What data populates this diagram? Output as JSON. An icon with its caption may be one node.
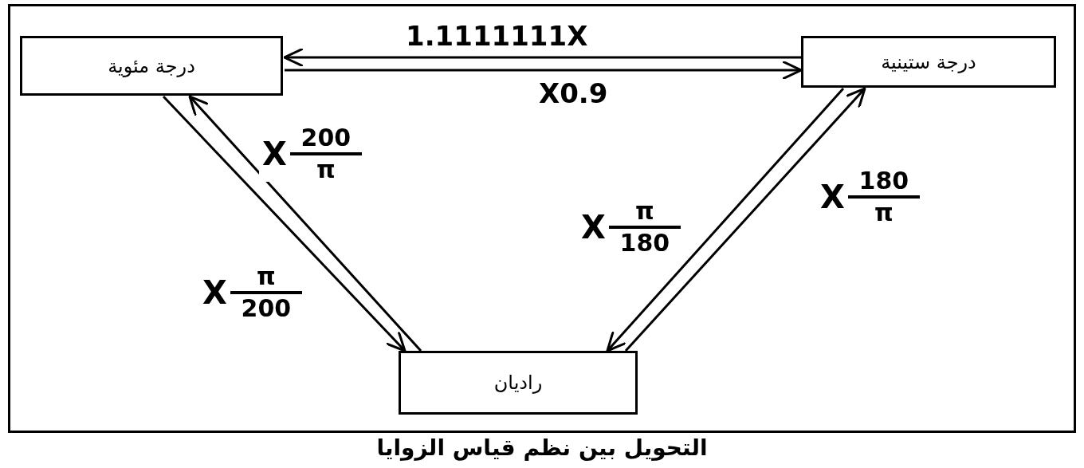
{
  "diagram": {
    "caption": "التحويل بين نظم قياس الزوايا",
    "nodes": [
      {
        "text": [
          "درجة مئوية"
        ]
      },
      {
        "text": [
          "درجة ستينية"
        ]
      },
      {
        "text": [
          "راديان"
        ]
      }
    ],
    "edges": [
      {
        "from": 1,
        "to": 0,
        "arrow": "to",
        "label": "1.1111111X"
      },
      {
        "from": 0,
        "to": 1,
        "arrow": "to",
        "label": "X0.9"
      },
      {
        "from": 2,
        "to": 0,
        "arrow": "to",
        "label": "X 200 π"
      },
      {
        "from": 0,
        "to": 2,
        "arrow": "to",
        "label": "X π 200"
      },
      {
        "from": 1,
        "to": 2,
        "arrow": "to",
        "label": "X π 180"
      },
      {
        "from": 2,
        "to": 1,
        "arrow": "to",
        "label": "X 180 π"
      }
    ]
  }
}
